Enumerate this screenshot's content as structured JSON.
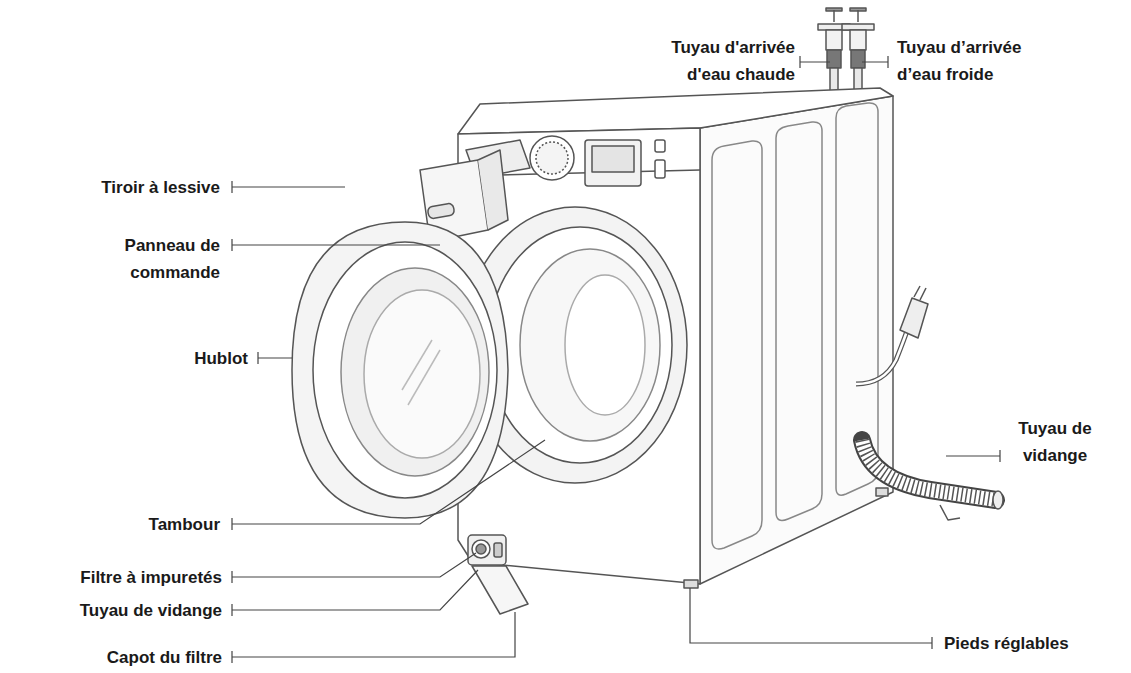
{
  "diagram": {
    "labels": [
      "Tuyau d'arrivée d'eau chaude",
      "Tuyau d’arrivée d’eau froide",
      "Tiroir à lessive",
      "Panneau de commande",
      "Hublot",
      "Tuyau de vidange",
      "Tambour",
      "Filtre à impuretés",
      "Tuyau de vidange",
      "Capot du filtre",
      "Pieds réglables"
    ]
  }
}
